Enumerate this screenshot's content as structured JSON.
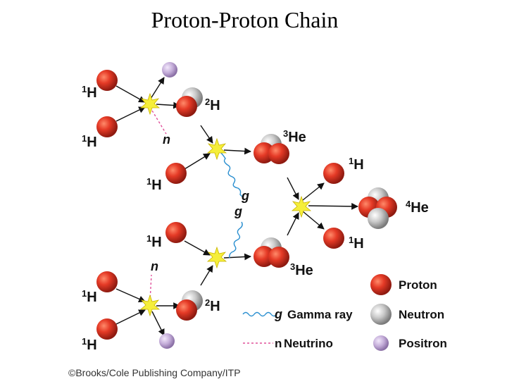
{
  "title": "Proton-Proton Chain",
  "labels": {
    "hydrogen": {
      "mass": "1",
      "symbol": "H"
    },
    "deuterium": {
      "mass": "2",
      "symbol": "H"
    },
    "helium3": {
      "mass": "3",
      "symbol": "He"
    },
    "helium4": {
      "mass": "4",
      "symbol": "He"
    },
    "neutrino_symbol": "n",
    "gamma_symbol": "g"
  },
  "legend": {
    "gamma": {
      "symbol": "g",
      "text": "Gamma ray"
    },
    "neutrino": {
      "symbol": "n",
      "text": "Neutrino"
    },
    "proton": "Proton",
    "neutron": "Neutron",
    "positron": "Positron"
  },
  "credit": "©Brooks/Cole Publishing Company/ITP",
  "colors": {
    "proton": "#e03a2a",
    "neutron": "#c9c9c9",
    "positron": "#c9b6d8",
    "gamma": "#2a8fd0",
    "neutrino": "#e0509a",
    "flash": "#f5ee3a"
  }
}
